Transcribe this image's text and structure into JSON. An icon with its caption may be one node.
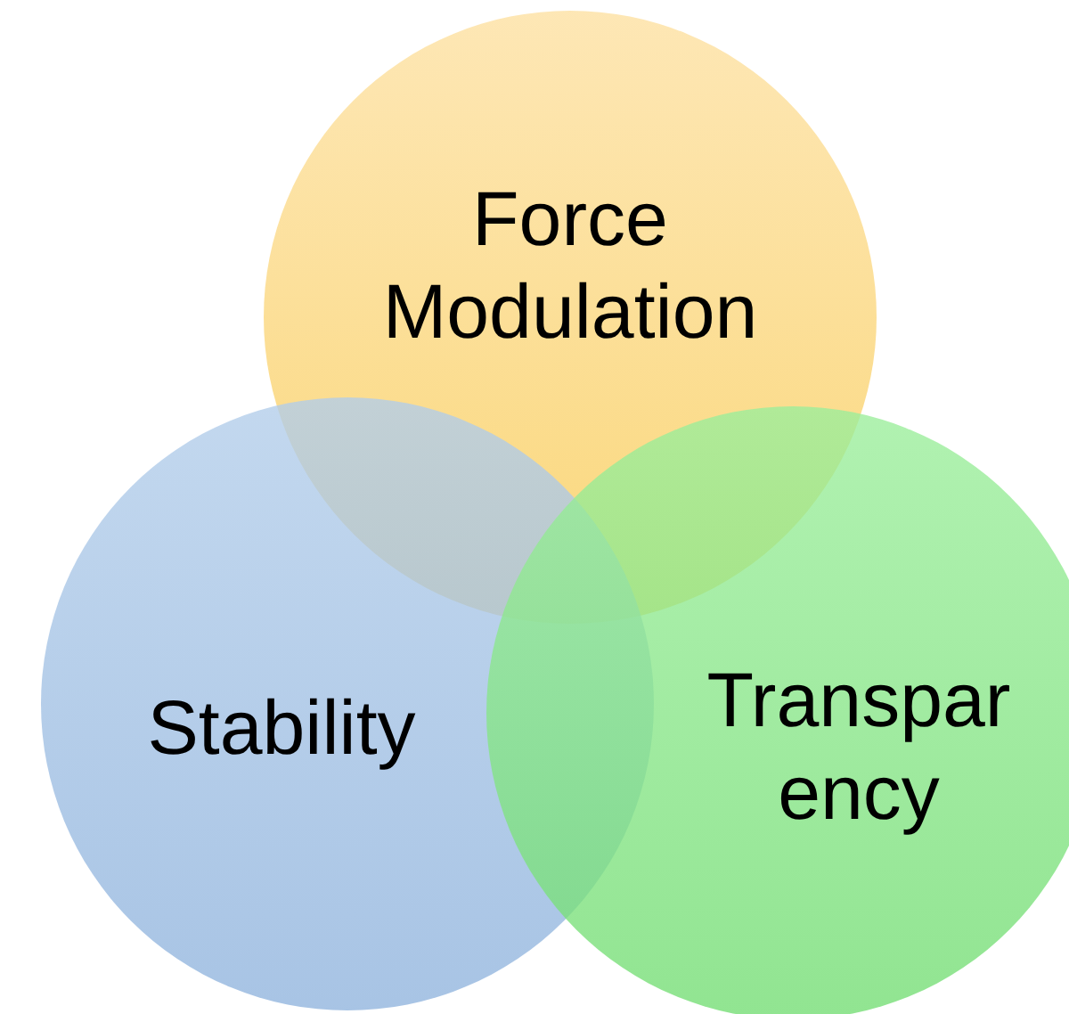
{
  "diagram": {
    "nodes": [
      {
        "text": [
          "Force Modulation"
        ]
      },
      {
        "text": [
          "Stability"
        ]
      },
      {
        "text": [
          "Transpar ency"
        ]
      }
    ]
  }
}
